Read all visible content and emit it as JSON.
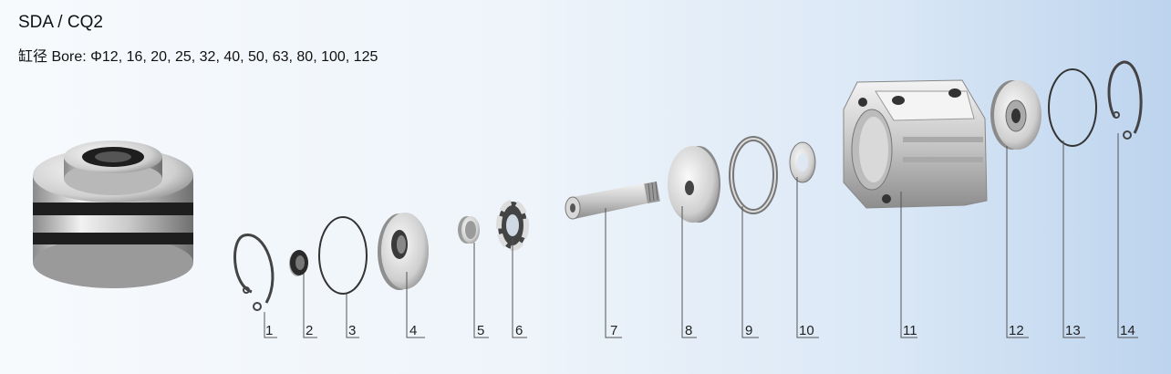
{
  "header": {
    "title": "SDA / CQ2",
    "subtitle": "缸径 Bore: Φ12, 16, 20, 25, 32, 40, 50, 63, 80, 100, 125"
  },
  "parts": [
    {
      "label": "1"
    },
    {
      "label": "2"
    },
    {
      "label": "3"
    },
    {
      "label": "4"
    },
    {
      "label": "5"
    },
    {
      "label": "6"
    },
    {
      "label": "7"
    },
    {
      "label": "8"
    },
    {
      "label": "9"
    },
    {
      "label": "10"
    },
    {
      "label": "11"
    },
    {
      "label": "12"
    },
    {
      "label": "13"
    },
    {
      "label": "14"
    }
  ],
  "colors": {
    "metal_light": "#e8e8e8",
    "metal_dark": "#7a7a7a",
    "seal_black": "#1e1e1e",
    "line": "#555555"
  }
}
